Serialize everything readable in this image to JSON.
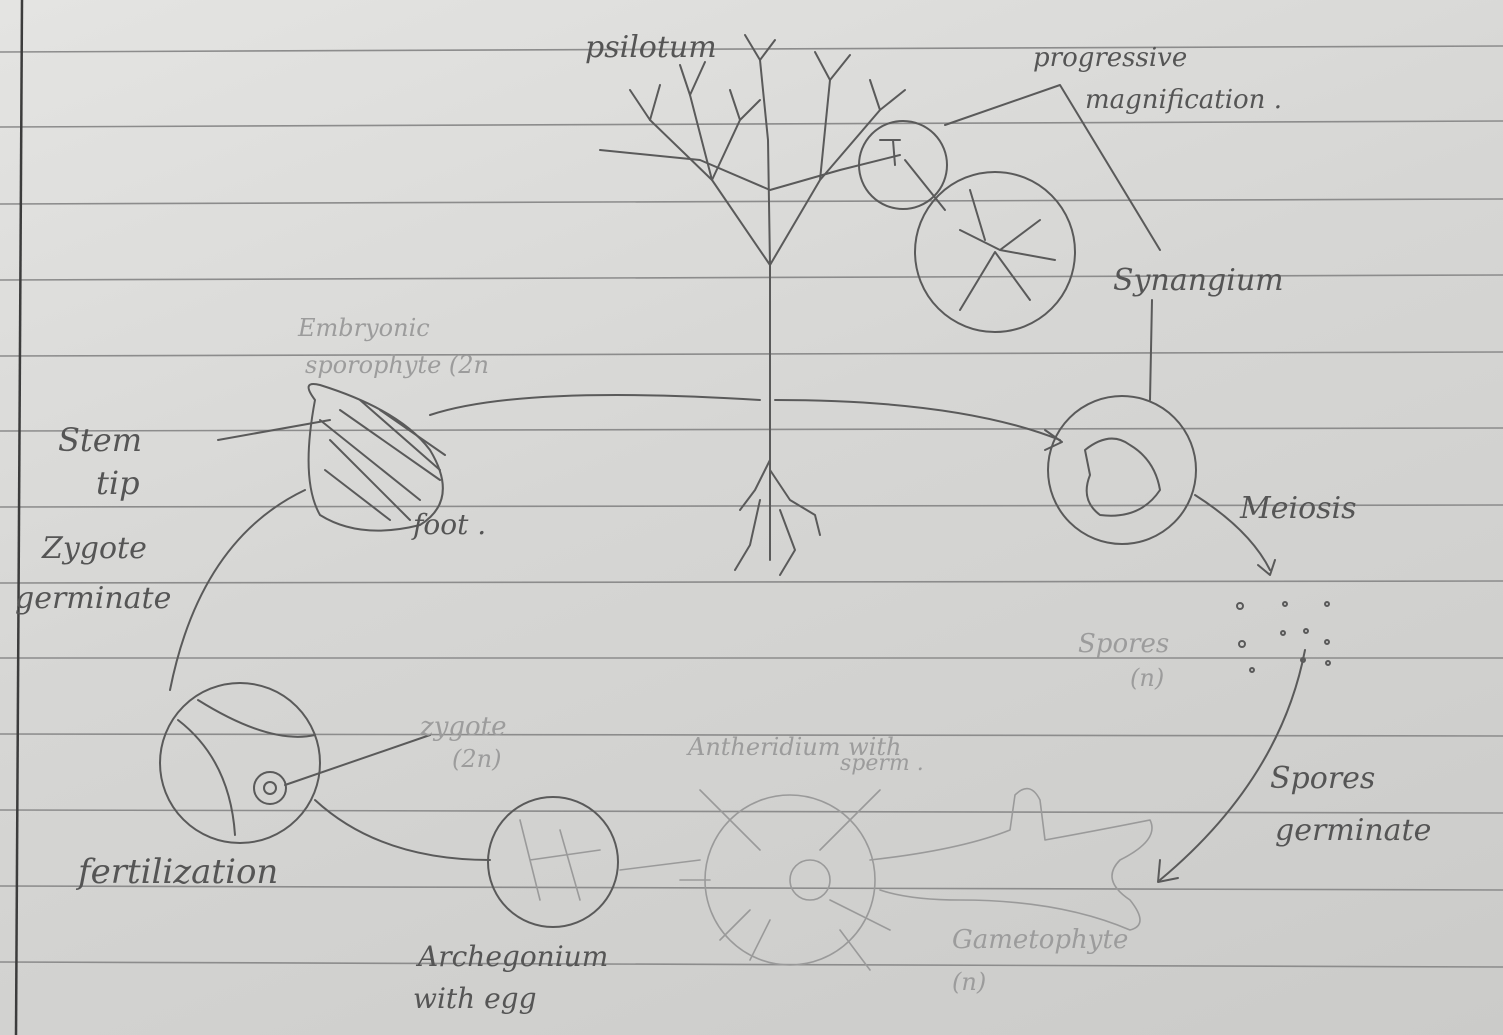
{
  "labels": {
    "psilotum": "psilotum",
    "progressive_1": "progressive",
    "progressive_2": "magnification .",
    "synangium": "Synangium",
    "embryonic_1": "Embryonic",
    "embryonic_2": "sporophyte (2n",
    "stem_1": "Stem",
    "stem_2": "tip",
    "zygote_germinate_1": "Zygote",
    "zygote_germinate_2": "germinate",
    "foot": "foot .",
    "meiosis": "Meiosis",
    "spores_1": "Spores",
    "spores_2": "(n)",
    "spores_germinate_1": "Spores",
    "spores_germinate_2": "germinate",
    "zygote_1": "zygote",
    "zygote_2": "(2n)",
    "antheridium_1": "Antheridium with",
    "antheridium_2": "sperm .",
    "fertilization": "fertilization",
    "archegonium_1": "Archegonium",
    "archegonium_2": "with egg",
    "gametophyte_1": "Gametophyte",
    "gametophyte_2": "(n)"
  },
  "colors": {
    "paper": "#dcdcda",
    "pencil": "#5a5a5a",
    "faint_pencil": "#9c9c9c",
    "ruled_line": "#8c8c8c"
  }
}
